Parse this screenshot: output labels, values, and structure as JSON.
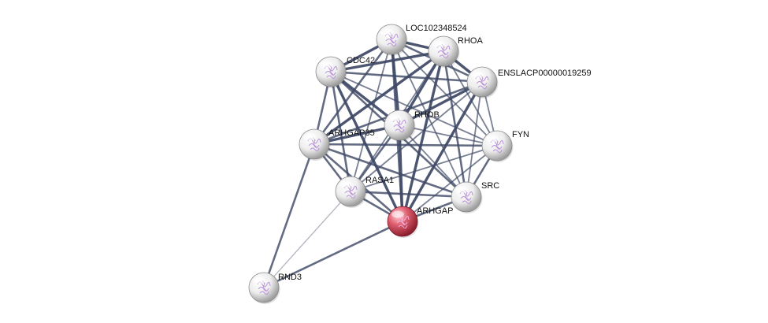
{
  "network": {
    "nodes": [
      {
        "id": "LOC102348524",
        "label": "LOC102348524",
        "highlight": false
      },
      {
        "id": "RHOA",
        "label": "RHOA",
        "highlight": false
      },
      {
        "id": "CDC42",
        "label": "CDC42",
        "highlight": false
      },
      {
        "id": "ENSLACP00000019259",
        "label": "ENSLACP00000019259",
        "highlight": false
      },
      {
        "id": "RHOB",
        "label": "RHOB",
        "highlight": false
      },
      {
        "id": "ARHGAP35",
        "label": "ARHGAP35",
        "highlight": false
      },
      {
        "id": "FYN",
        "label": "FYN",
        "highlight": false
      },
      {
        "id": "RASA1",
        "label": "RASA1",
        "highlight": false
      },
      {
        "id": "SRC",
        "label": "SRC",
        "highlight": false
      },
      {
        "id": "ARHGAP",
        "label": "ARHGAP",
        "highlight": true
      },
      {
        "id": "RND3",
        "label": "RND3",
        "highlight": false
      }
    ],
    "edges": [
      [
        "LOC102348524",
        "RHOA",
        4
      ],
      [
        "LOC102348524",
        "CDC42",
        4
      ],
      [
        "LOC102348524",
        "ENSLACP00000019259",
        3
      ],
      [
        "LOC102348524",
        "RHOB",
        4
      ],
      [
        "LOC102348524",
        "ARHGAP35",
        3
      ],
      [
        "LOC102348524",
        "FYN",
        2
      ],
      [
        "LOC102348524",
        "RASA1",
        2
      ],
      [
        "LOC102348524",
        "SRC",
        2
      ],
      [
        "LOC102348524",
        "ARHGAP",
        3
      ],
      [
        "RHOA",
        "CDC42",
        4
      ],
      [
        "RHOA",
        "ENSLACP00000019259",
        4
      ],
      [
        "RHOA",
        "RHOB",
        4
      ],
      [
        "RHOA",
        "ARHGAP35",
        4
      ],
      [
        "RHOA",
        "FYN",
        2
      ],
      [
        "RHOA",
        "RASA1",
        2
      ],
      [
        "RHOA",
        "SRC",
        3
      ],
      [
        "RHOA",
        "ARHGAP",
        4
      ],
      [
        "CDC42",
        "ENSLACP00000019259",
        3
      ],
      [
        "CDC42",
        "RHOB",
        4
      ],
      [
        "CDC42",
        "ARHGAP35",
        3
      ],
      [
        "CDC42",
        "FYN",
        2
      ],
      [
        "CDC42",
        "RASA1",
        3
      ],
      [
        "CDC42",
        "SRC",
        3
      ],
      [
        "CDC42",
        "ARHGAP",
        4
      ],
      [
        "ENSLACP00000019259",
        "RHOB",
        4
      ],
      [
        "ENSLACP00000019259",
        "ARHGAP35",
        3
      ],
      [
        "ENSLACP00000019259",
        "FYN",
        2
      ],
      [
        "ENSLACP00000019259",
        "RASA1",
        2
      ],
      [
        "ENSLACP00000019259",
        "SRC",
        2
      ],
      [
        "ENSLACP00000019259",
        "ARHGAP",
        4
      ],
      [
        "RHOB",
        "ARHGAP35",
        4
      ],
      [
        "RHOB",
        "FYN",
        2
      ],
      [
        "RHOB",
        "RASA1",
        3
      ],
      [
        "RHOB",
        "SRC",
        2
      ],
      [
        "RHOB",
        "ARHGAP",
        4
      ],
      [
        "ARHGAP35",
        "FYN",
        3
      ],
      [
        "ARHGAP35",
        "RASA1",
        3
      ],
      [
        "ARHGAP35",
        "SRC",
        3
      ],
      [
        "ARHGAP35",
        "ARHGAP",
        3
      ],
      [
        "ARHGAP35",
        "RND3",
        3
      ],
      [
        "FYN",
        "RASA1",
        2
      ],
      [
        "FYN",
        "SRC",
        3
      ],
      [
        "FYN",
        "ARHGAP",
        2
      ],
      [
        "RASA1",
        "SRC",
        3
      ],
      [
        "RASA1",
        "ARHGAP",
        3
      ],
      [
        "RASA1",
        "RND3",
        1
      ],
      [
        "SRC",
        "ARHGAP",
        3
      ],
      [
        "ARHGAP",
        "RND3",
        3
      ]
    ]
  },
  "style": {
    "edge_color": "#3f4966",
    "edge_light_color": "#a9adb8",
    "node_fill": "#e6e6e6",
    "node_highlight_fill": "#d3505f",
    "structure_glyph_color": "#b58ad6"
  }
}
